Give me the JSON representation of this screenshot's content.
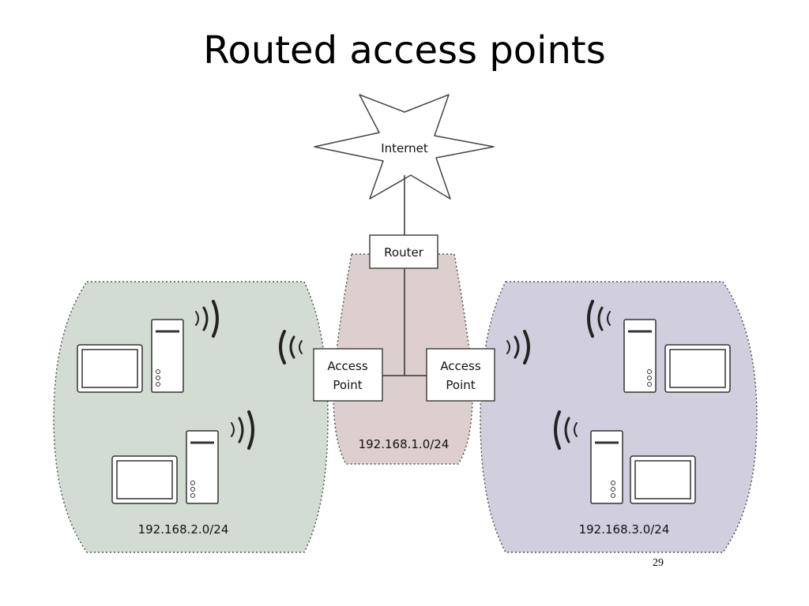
{
  "title": "Routed access points",
  "page_number": "29",
  "diagram": {
    "internet_label": "Internet",
    "router_label": "Router",
    "access_point_left": {
      "line1": "Access",
      "line2": "Point"
    },
    "access_point_right": {
      "line1": "Access",
      "line2": "Point"
    },
    "subnets": {
      "center": "192.168.1.0/24",
      "left": "192.168.2.0/24",
      "right": "192.168.3.0/24"
    },
    "colors": {
      "left_zone": "#d3dcd2",
      "center_zone": "#dccfce",
      "right_zone": "#d1cfdd"
    }
  }
}
